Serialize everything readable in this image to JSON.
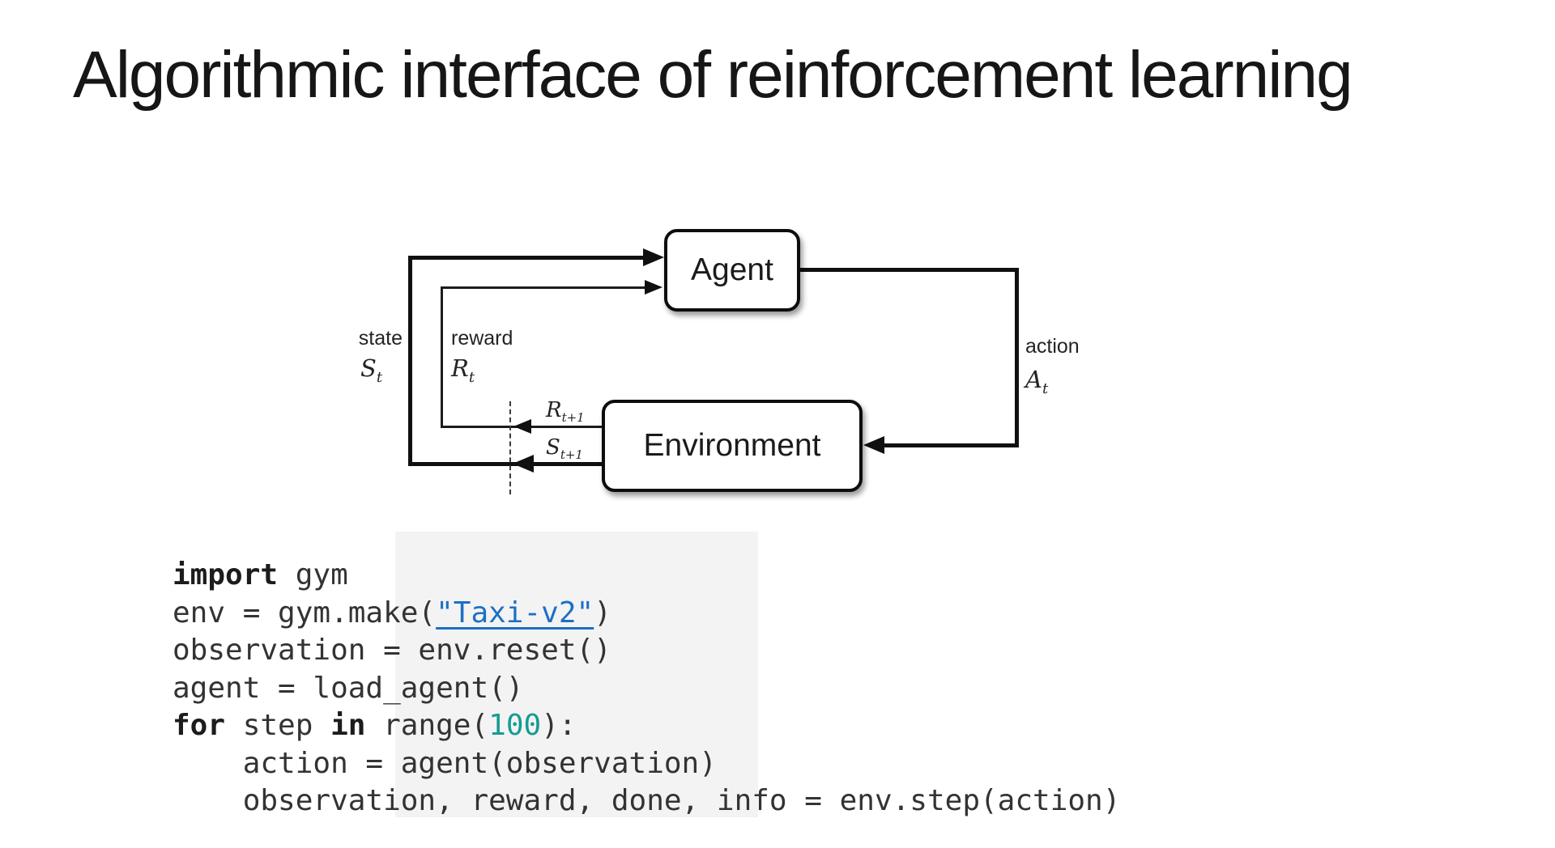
{
  "slide": {
    "title": "Algorithmic interface of reinforcement learning"
  },
  "colors": {
    "string_blue": "#1D70C2",
    "number_teal": "#159B92"
  },
  "diagram": {
    "agent_label": "Agent",
    "environment_label": "Environment",
    "state_label": "state",
    "state_symbol": "S",
    "state_sub": "t",
    "reward_label": "reward",
    "reward_symbol": "R",
    "reward_sub": "t",
    "action_label": "action",
    "action_symbol": "A",
    "action_sub": "t",
    "next_reward_symbol": "R",
    "next_reward_sub": "t+1",
    "next_state_symbol": "S",
    "next_state_sub": "t+1"
  },
  "code": {
    "lines": [
      [
        {
          "t": "kw",
          "v": "import"
        },
        {
          "t": "plain",
          "v": " gym"
        }
      ],
      [
        {
          "t": "plain",
          "v": "env = gym.make("
        },
        {
          "t": "str",
          "v": "\"Taxi-v2\""
        },
        {
          "t": "plain",
          "v": ")"
        }
      ],
      [
        {
          "t": "plain",
          "v": "observation = env.reset()"
        }
      ],
      [
        {
          "t": "plain",
          "v": "agent = load_agent()"
        }
      ],
      [
        {
          "t": "kw",
          "v": "for"
        },
        {
          "t": "plain",
          "v": " step "
        },
        {
          "t": "kw",
          "v": "in"
        },
        {
          "t": "plain",
          "v": " range("
        },
        {
          "t": "num",
          "v": "100"
        },
        {
          "t": "plain",
          "v": "):"
        }
      ],
      [
        {
          "t": "plain",
          "v": "    action = agent(observation)"
        }
      ],
      [
        {
          "t": "plain",
          "v": "    observation, reward, done, info = env.step(action)"
        }
      ]
    ]
  }
}
